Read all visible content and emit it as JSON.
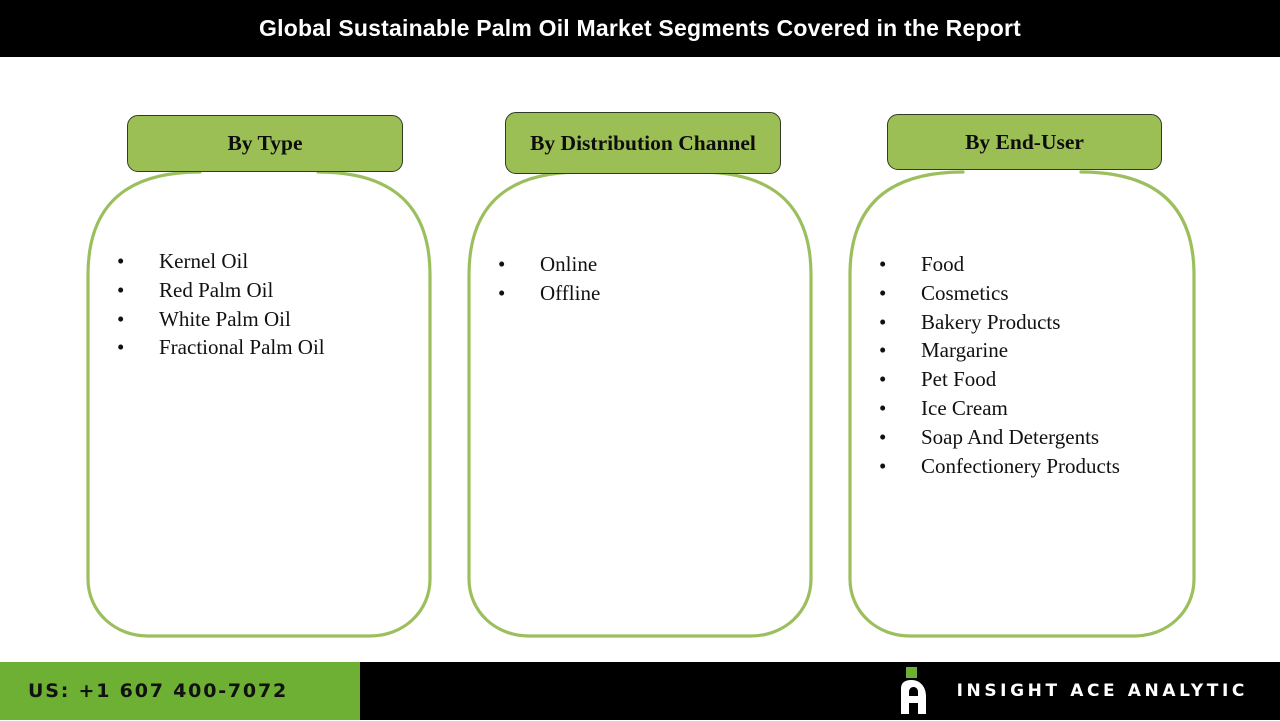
{
  "header": {
    "title": "Global Sustainable Palm Oil Market Segments Covered in the Report",
    "background_color": "#000000",
    "text_color": "#FFFFFF"
  },
  "theme": {
    "card_header_green": "#9CBF55",
    "card_outline_green": "#9CBF5E",
    "footer_green": "#6DB033",
    "footer_black": "#000000",
    "page_background": "#FFFFFF"
  },
  "cards": [
    {
      "id": "card-type",
      "header": "By Type",
      "bullet_glyph": "•",
      "items": [
        "Kernel Oil",
        "Red Palm Oil",
        "White Palm Oil",
        "Fractional Palm Oil"
      ]
    },
    {
      "id": "card-dist",
      "header": "By Distribution Channel",
      "bullet_glyph": "•",
      "items": [
        "Online",
        "Offline"
      ]
    },
    {
      "id": "card-end",
      "header": "By End-User",
      "bullet_glyph": "•",
      "items": [
        "Food",
        "Cosmetics",
        "Bakery Products",
        "Margarine",
        "Pet Food",
        "Ice Cream",
        "Soap And Detergents",
        "Confectionery Products"
      ]
    }
  ],
  "footer": {
    "phone": "US: +1 607 400-7072",
    "brand_name": "INSIGHT ACE ANALYTIC",
    "logo_icon": "insight-ace-a-logo"
  }
}
